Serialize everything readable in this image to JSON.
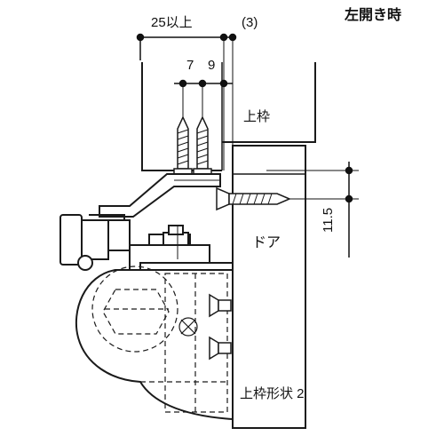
{
  "title": "左開き時",
  "dimensions": {
    "d25": "25以上",
    "d3": "(3)",
    "d7": "7",
    "d9": "9",
    "d115": "11.5"
  },
  "labels": {
    "frame": "上枠",
    "door": "ドア",
    "frame_shape": "上枠形状 2"
  },
  "colors": {
    "line": "#1a1a1a",
    "fill": "#ffffff",
    "hidden": "#1a1a1a"
  }
}
